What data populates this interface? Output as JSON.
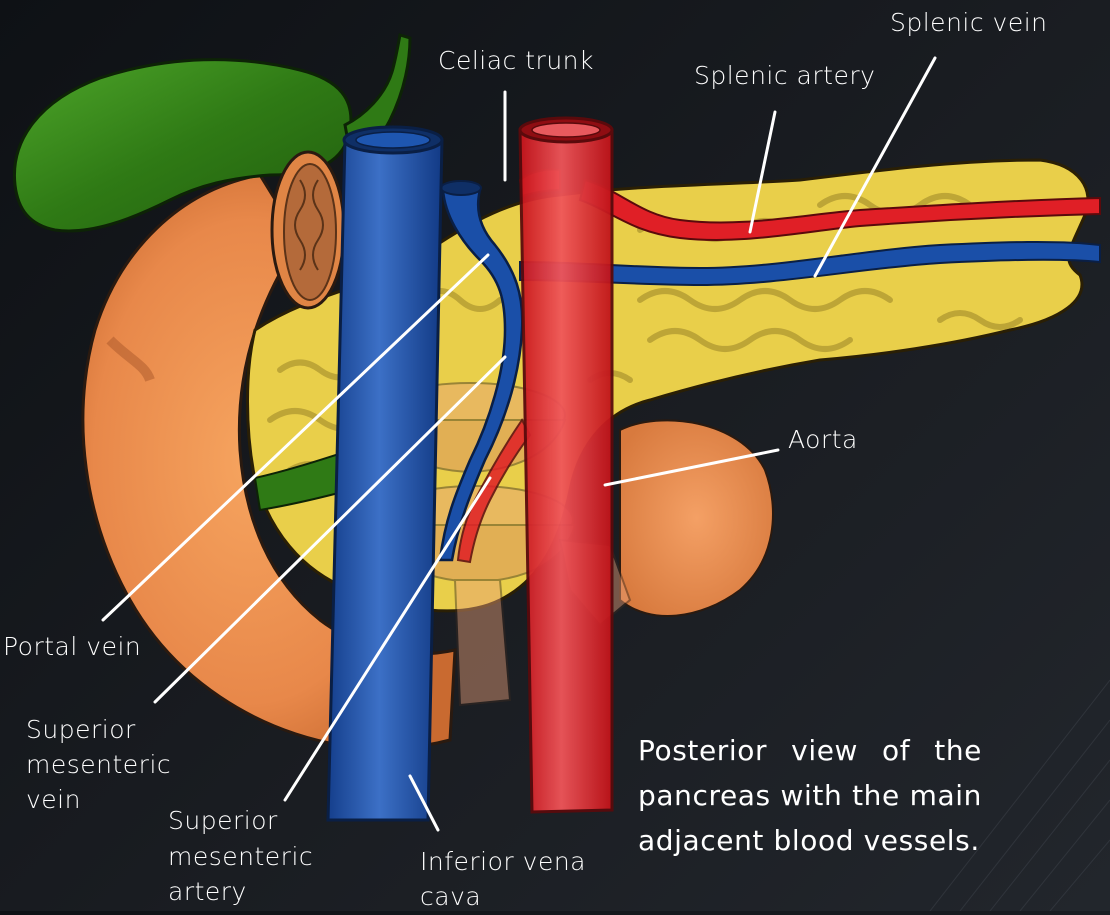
{
  "labels": {
    "splenic_vein": "Splenic vein",
    "celiac_trunk": "Celiac trunk",
    "splenic_artery": "Splenic artery",
    "aorta": "Aorta",
    "portal_vein": "Portal vein",
    "sup_mes_vein_1": "Superior",
    "sup_mes_vein_2": "mesenteric",
    "sup_mes_vein_3": "vein",
    "sup_mes_artery_1": "Superior",
    "sup_mes_artery_2": "mesenteric",
    "sup_mes_artery_3": "artery",
    "ivc_1": "Inferior vena",
    "ivc_2": "cava"
  },
  "caption": "Posterior view of the pancreas with the main adjacent blood vessels.",
  "colors": {
    "gallbladder": "#2f7a15",
    "duodenum": "#e8884a",
    "pancreas": "#e9cf4a",
    "kidney_cut": "#b46a3a",
    "vein": "#1a4fa8",
    "artery": "#e01f26",
    "spleen": "#e98a4d",
    "leader_line": "#ffffff"
  }
}
